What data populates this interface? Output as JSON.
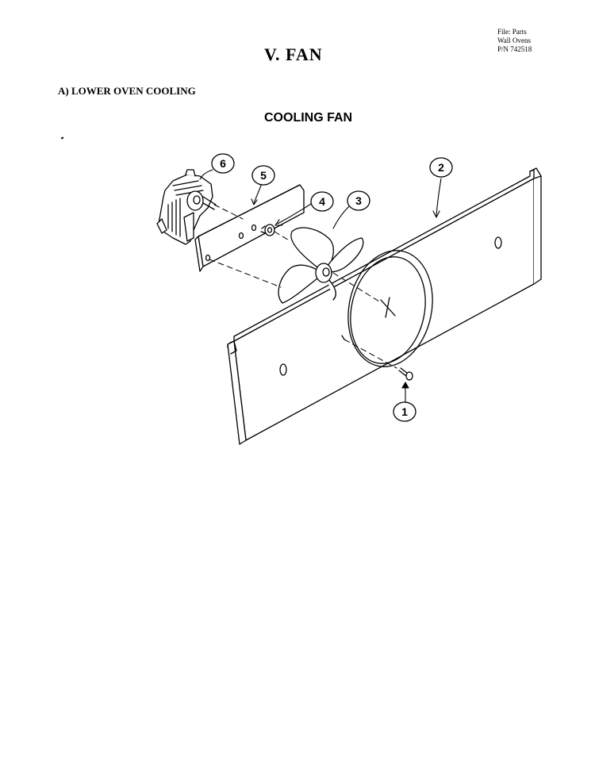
{
  "header": {
    "file_info": [
      "File: Parts",
      "Wall Ovens",
      "P/N 742518"
    ],
    "title": "V. FAN",
    "section": "A) LOWER OVEN COOLING"
  },
  "diagram": {
    "title": "COOLING FAN",
    "callouts": [
      "1",
      "2",
      "3",
      "4",
      "5",
      "6"
    ],
    "parts": [
      "screw",
      "fan-panel",
      "fan-blade",
      "nut",
      "motor-bracket",
      "fan-motor"
    ]
  }
}
